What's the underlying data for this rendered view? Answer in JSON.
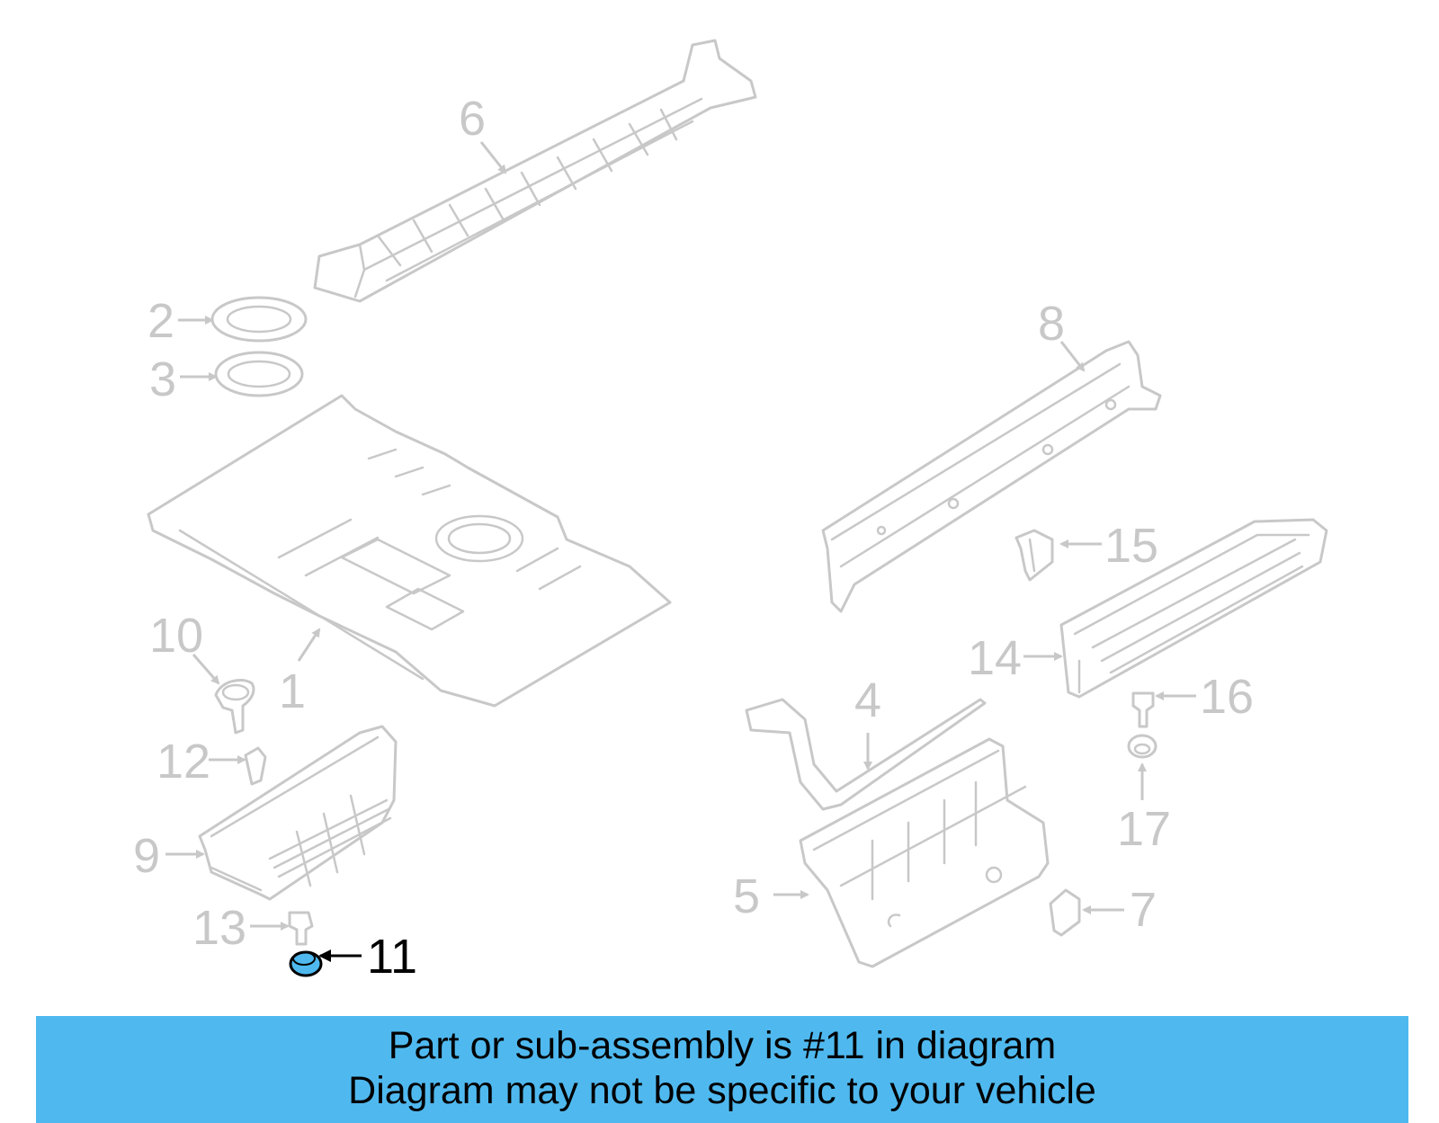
{
  "callouts": {
    "c1": "1",
    "c2": "2",
    "c3": "3",
    "c4": "4",
    "c5": "5",
    "c6": "6",
    "c7": "7",
    "c8": "8",
    "c9": "9",
    "c10": "10",
    "c11": "11",
    "c12": "12",
    "c13": "13",
    "c14": "14",
    "c15": "15",
    "c16": "16",
    "c17": "17"
  },
  "highlighted_part": "11",
  "colors": {
    "line_gray": "#c8c8c8",
    "highlight_part": "#4fb9ef",
    "banner_bg": "#4fb9ef",
    "text_black": "#000000"
  },
  "banner": {
    "line1": "Part or sub-assembly is #11 in diagram",
    "line2": "Diagram may not be specific to your vehicle"
  }
}
